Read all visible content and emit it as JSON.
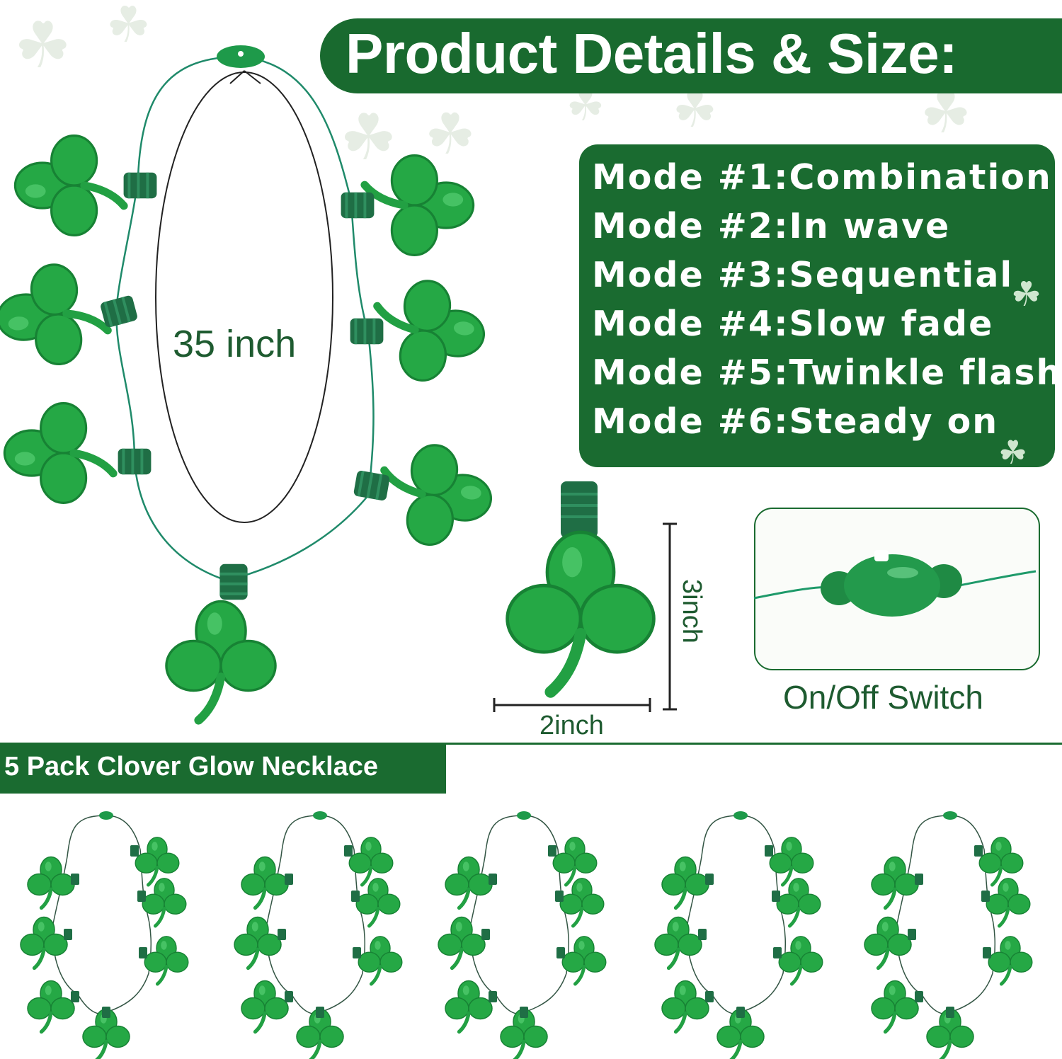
{
  "title": "Product Details & Size:",
  "modes": [
    "Mode #1:Combination",
    "Mode #2:In wave",
    "Mode #3:Sequential",
    "Mode #4:Slow fade",
    "Mode #5:Twinkle flash",
    "Mode #6:Steady on"
  ],
  "necklace_length": "35 inch",
  "pendant_height": "3inch",
  "pendant_width": "2inch",
  "switch_caption": "On/Off Switch",
  "pack_label": "5 Pack Clover Glow Necklace",
  "colors": {
    "banner_green": "#1a6b30",
    "clover_green": "#25a845",
    "clover_dark": "#178234",
    "socket_green": "#1f6e45",
    "text_green": "#1e5b30"
  },
  "icons": [
    "clover-icon",
    "bulb-socket-icon",
    "switch-icon"
  ]
}
